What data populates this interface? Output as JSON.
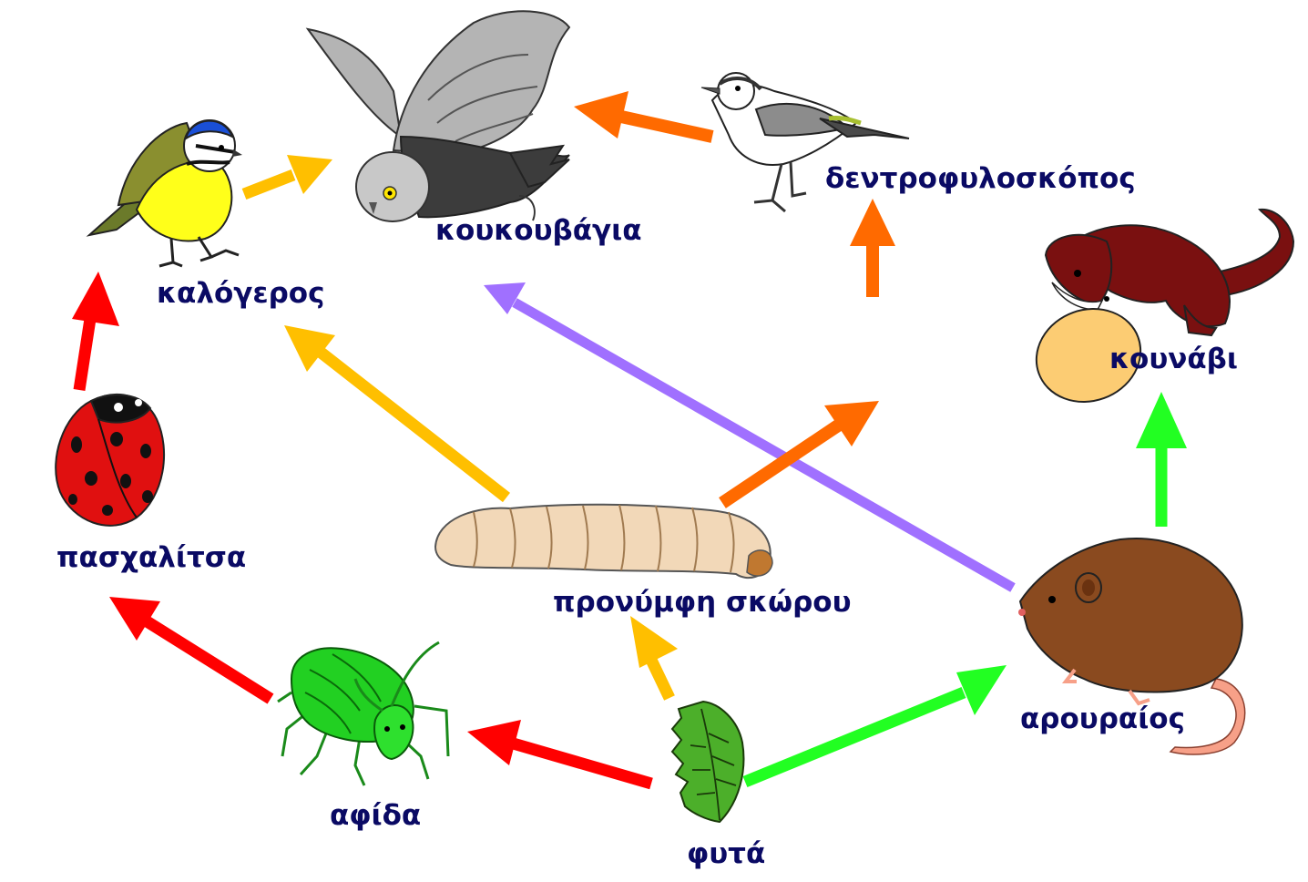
{
  "label_color": "#0a0a64",
  "organisms": {
    "owl": "κουκουβάγια",
    "blue_tit": "καλόγερος",
    "warbler": "δεντροφυλοσκόπος",
    "weasel": "κουνάβι",
    "ladybird": "πασχαλίτσα",
    "moth_larva": "προνύμφη σκώρου",
    "vole": "αρουραίος",
    "aphid": "αφίδα",
    "plants": "φυτά"
  },
  "arrow_colors": {
    "red": "#ff0000",
    "orange": "#ff6a00",
    "yellow": "#ffbf00",
    "purple": "#a070ff",
    "green": "#22ff22"
  },
  "feeding_links": [
    {
      "from": "plants",
      "to": "aphid",
      "color": "red"
    },
    {
      "from": "aphid",
      "to": "ladybird",
      "color": "red"
    },
    {
      "from": "ladybird",
      "to": "blue_tit",
      "color": "red"
    },
    {
      "from": "blue_tit",
      "to": "owl",
      "color": "yellow"
    },
    {
      "from": "moth_larva",
      "to": "blue_tit",
      "color": "yellow"
    },
    {
      "from": "plants",
      "to": "moth_larva",
      "color": "yellow"
    },
    {
      "from": "warbler",
      "to": "owl",
      "color": "orange"
    },
    {
      "from": "moth_larva",
      "to": "warbler",
      "color": "orange"
    },
    {
      "from": "vole",
      "to": "owl",
      "color": "purple"
    },
    {
      "from": "plants",
      "to": "vole",
      "color": "green"
    },
    {
      "from": "vole",
      "to": "weasel",
      "color": "green"
    }
  ],
  "icons": {
    "owl": "owl-icon",
    "blue_tit": "blue-tit-icon",
    "warbler": "warbler-icon",
    "weasel": "weasel-icon",
    "egg": "egg-icon",
    "ladybird": "ladybird-icon",
    "moth_larva": "larva-icon",
    "vole": "vole-icon",
    "aphid": "aphid-icon",
    "plants": "leaf-icon"
  }
}
